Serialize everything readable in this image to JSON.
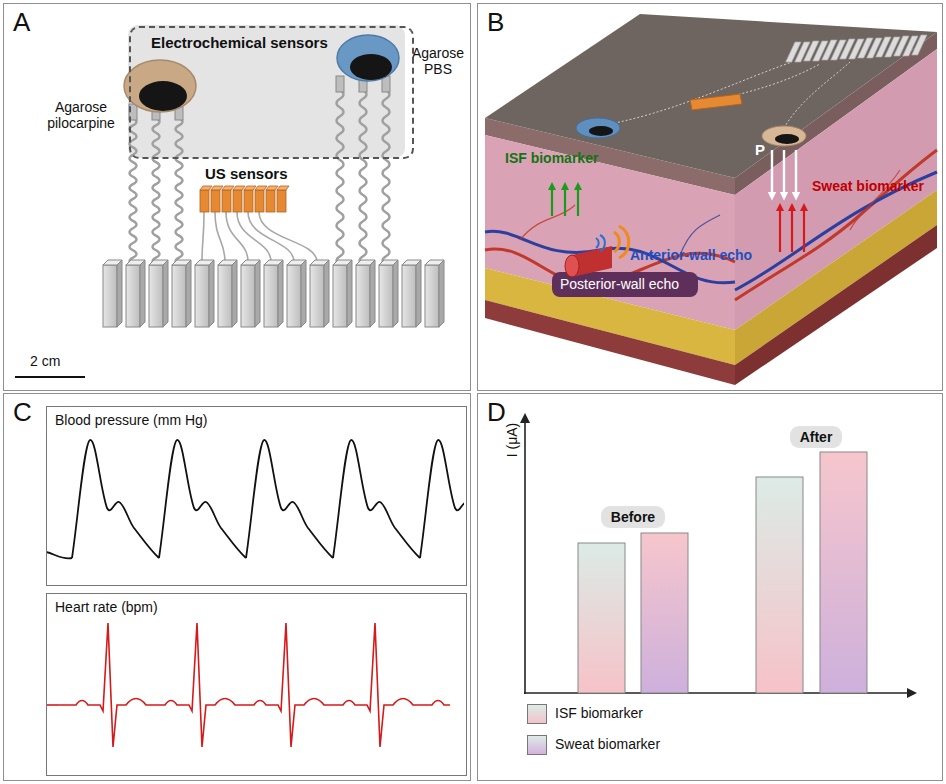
{
  "diagram": {
    "nodes": [
      {
        "text": [
          "A"
        ]
      },
      {
        "text": [
          "Electrochemical sensors"
        ],
        "in": 0
      },
      {
        "text": [
          "B"
        ]
      },
      {
        "text": [
          "C"
        ]
      },
      {
        "text": [
          "Blood pressure (mm Hg)"
        ],
        "in": 3
      },
      {
        "text": [
          "Heart rate (bpm)"
        ],
        "in": 3
      },
      {
        "text": [
          "D"
        ]
      },
      {
        "text": [
          "Before"
        ],
        "in": 6
      },
      {
        "text": [
          "After"
        ],
        "in": 6
      }
    ],
    "labels": [
      "Agarose pilocarpine",
      "Agarose PBS",
      "US sensors",
      "2 cm",
      "ISF biomarker",
      "P",
      "Sweat biomarker",
      "Anterior-wall echo",
      "Posterior-wall echo",
      "I (μA)"
    ],
    "legend": [
      {
        "text": "ISF biomarker",
        "color": "#f2c3ca"
      },
      {
        "text": "Sweat biomarker",
        "color": "#d3b3de"
      }
    ]
  }
}
